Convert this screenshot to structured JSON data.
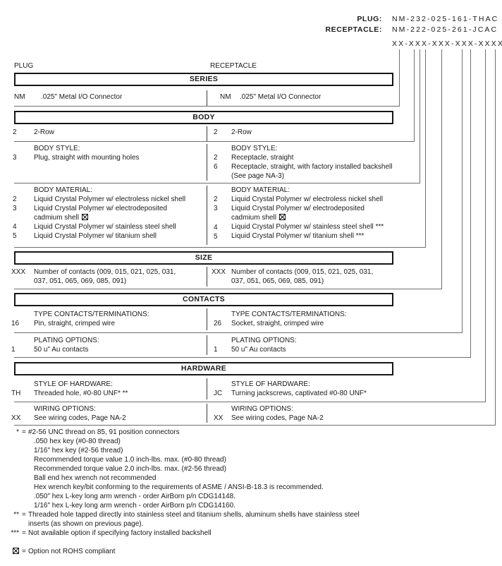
{
  "meta": {
    "ink_color": "#1a1a1a",
    "rule_color": "#6e6e6e"
  },
  "part_numbers": {
    "plug_label": "PLUG:",
    "plug": "NM-232-025-161-THAC",
    "receptacle_label": "RECEPTACLE:",
    "receptacle": "NM-222-025-261-JCAC",
    "mask": "XX-XXX-XXX-XXX-XXXX"
  },
  "columns": {
    "left": "PLUG",
    "right": "RECEPTACLE"
  },
  "sections": {
    "series": {
      "title": "SERIES",
      "left": {
        "code": "NM",
        "desc": ".025\" Metal I/O Connector"
      },
      "right": {
        "code": "NM",
        "desc": ".025\" Metal I/O Connector"
      }
    },
    "body": {
      "title": "BODY",
      "row": {
        "left_code": "2",
        "left_desc": "2-Row",
        "right_code": "2",
        "right_desc": "2-Row"
      },
      "style": {
        "label": "BODY STYLE:",
        "left": [
          {
            "code": "3",
            "desc": "Plug, straight with mounting holes"
          }
        ],
        "right": [
          {
            "code": "2",
            "desc": "Receptacle, straight"
          },
          {
            "code": "6",
            "desc": "Receptacle, straight, with factory installed backshell"
          },
          {
            "code": "",
            "desc": "(See page NA-3)"
          }
        ]
      },
      "material": {
        "label": "BODY MATERIAL:",
        "left": [
          {
            "code": "2",
            "desc": "Liquid Crystal Polymer w/ electroless nickel shell"
          },
          {
            "code": "3",
            "desc": "Liquid Crystal Polymer w/ electrodeposited"
          },
          {
            "code": "",
            "desc": "cadmium shell"
          },
          {
            "code": "4",
            "desc": "Liquid Crystal Polymer w/ stainless steel shell"
          },
          {
            "code": "5",
            "desc": "Liquid Crystal Polymer w/ titanium shell"
          }
        ],
        "right": [
          {
            "code": "2",
            "desc": "Liquid Crystal Polymer w/ electroless nickel shell"
          },
          {
            "code": "3",
            "desc": "Liquid Crystal Polymer w/ electrodeposited"
          },
          {
            "code": "",
            "desc": "cadmium shell"
          },
          {
            "code": "4",
            "desc": "Liquid Crystal Polymer w/ stainless steel shell ***"
          },
          {
            "code": "5",
            "desc": "Liquid Crystal Polymer w/ titanium shell ***"
          }
        ]
      }
    },
    "size": {
      "title": "SIZE",
      "left": {
        "code": "XXX",
        "line1": "Number of contacts (009, 015, 021, 025, 031,",
        "line2": "037, 051, 065, 069, 085, 091)"
      },
      "right": {
        "code": "XXX",
        "line1": "Number of contacts (009, 015, 021, 025, 031,",
        "line2": "037, 051, 065, 069, 085, 091)"
      }
    },
    "contacts": {
      "title": "CONTACTS",
      "type": {
        "label": "TYPE CONTACTS/TERMINATIONS:",
        "left": {
          "code": "16",
          "desc": "Pin, straight, crimped wire"
        },
        "right": {
          "code": "26",
          "desc": "Socket, straight, crimped wire"
        }
      },
      "plating": {
        "label": "PLATING OPTIONS:",
        "left": {
          "code": "1",
          "desc": "50 u\" Au contacts"
        },
        "right": {
          "code": "1",
          "desc": "50 u\" Au contacts"
        }
      }
    },
    "hardware": {
      "title": "HARDWARE",
      "style": {
        "label": "STYLE OF HARDWARE:",
        "left": {
          "code": "TH",
          "desc": "Threaded hole, #0-80 UNF*  **"
        },
        "right": {
          "code": "JC",
          "desc": "Turning jackscrews, captivated #0-80 UNF*"
        }
      },
      "wiring": {
        "label": "WIRING OPTIONS:",
        "left": {
          "code": "XX",
          "desc": "See wiring codes, Page NA-2"
        },
        "right": {
          "code": "XX",
          "desc": "See wiring codes, Page NA-2"
        }
      }
    }
  },
  "footnotes": {
    "star": {
      "marker": "*",
      "text": "#2-56 UNC thread on 85, 91 position connectors",
      "sublines": [
        ".050 hex key (#0-80 thread)",
        "1/16\" hex key (#2-56 thread)",
        "Recommended torque value 1.0 inch-lbs. max. (#0-80 thread)",
        "Recommended torque value 2.0 inch-lbs. max. (#2-56 thread)",
        "Ball end hex wrench not recommended",
        "Hex wrench key/bit conforming to the requirements of ASME / ANSI-B-18.3 is recommended.",
        ".050\" hex L-key long arm wrench - order AirBorn p/n CDG14148.",
        "1/16\" hex L-key long arm wrench - order AirBorn p/n CDG14160."
      ]
    },
    "double_star": {
      "marker": "**",
      "text": "Threaded hole tapped directly into stainless steel and titanium shells, aluminum shells have stainless steel",
      "subline": "inserts (as shown on previous page)."
    },
    "triple_star": {
      "marker": "***",
      "text": "Not available option if specifying factory installed backshell"
    },
    "rohs": {
      "text": "Option not ROHS compliant"
    }
  }
}
